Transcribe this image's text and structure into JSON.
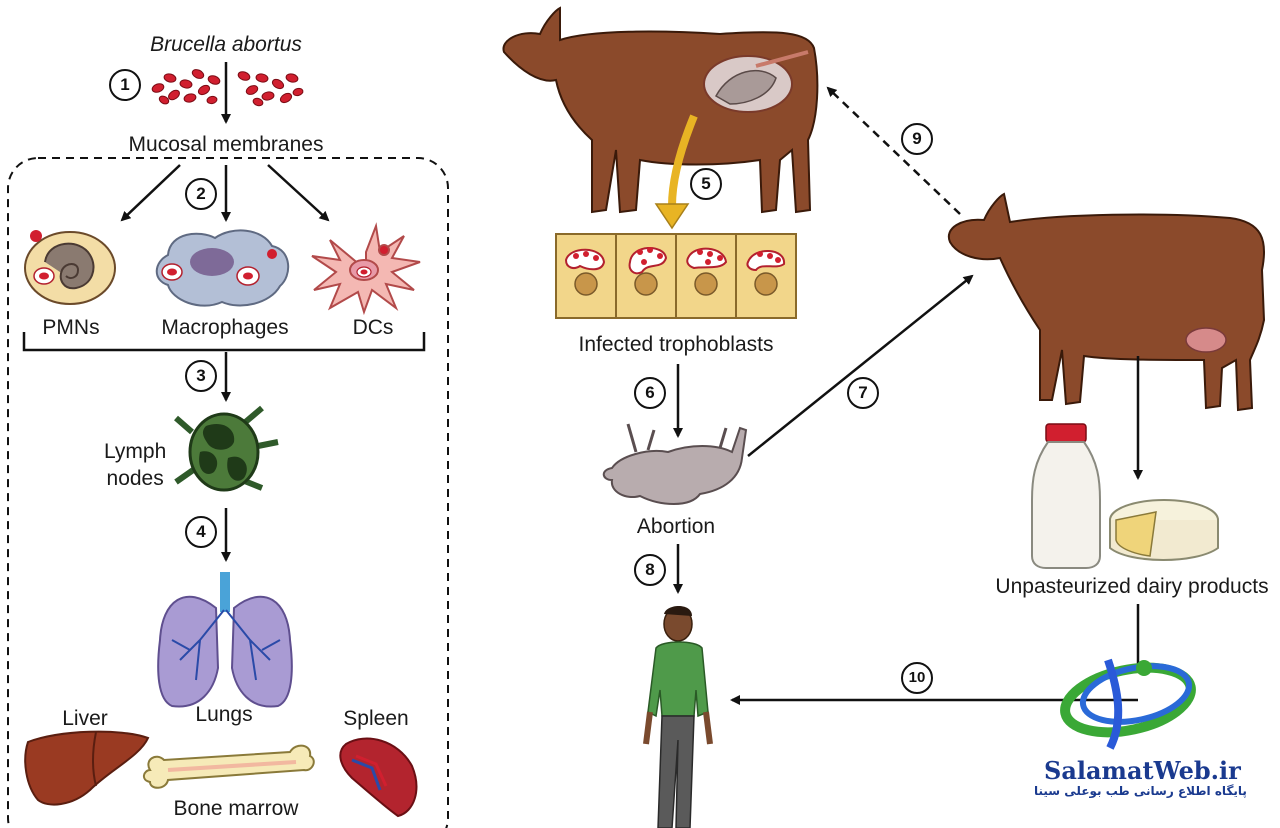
{
  "diagram": {
    "pathogen": "Brucella abortus",
    "entry": "Mucosal membranes",
    "cells": [
      "PMNs",
      "Macrophages",
      "DCs"
    ],
    "lymph": "Lymph\nnodes",
    "lungs": "Lungs",
    "liver": "Liver",
    "spleen": "Spleen",
    "bone_marrow": "Bone marrow",
    "trophoblasts": "Infected trophoblasts",
    "abortion": "Abortion",
    "dairy": "Unpasteurized dairy products",
    "steps": [
      "1",
      "2",
      "3",
      "4",
      "5",
      "6",
      "7",
      "8",
      "9",
      "10"
    ]
  },
  "watermark": {
    "site": "SalamatWeb.ir",
    "tagline": "پایگاه اطلاع رسانی طب بوعلی سینا"
  },
  "colors": {
    "cow": "#8b4a2b",
    "bacteria": "#c8102e",
    "trophoblast": "#f2d68a",
    "lymph": "#2f5a2a",
    "lungs": "#a99bd3",
    "shirt": "#4f9a4a",
    "arrow_yellow": "#e8b424"
  }
}
